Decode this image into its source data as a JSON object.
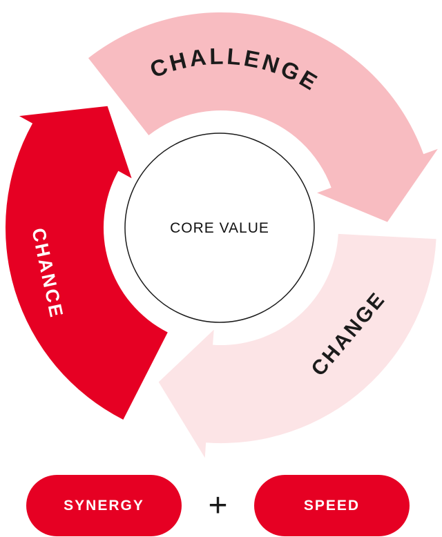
{
  "diagram": {
    "center_label": "CORE VALUE",
    "arrows": [
      {
        "label": "CHALLENGE",
        "color": "#f8bcc1"
      },
      {
        "label": "CHANGE",
        "color": "#fce4e6"
      },
      {
        "label": "CHANCE",
        "color": "#e60023"
      }
    ]
  },
  "badges": {
    "left": "SYNERGY",
    "operator": "+",
    "right": "SPEED",
    "badge_color": "#e60023"
  }
}
